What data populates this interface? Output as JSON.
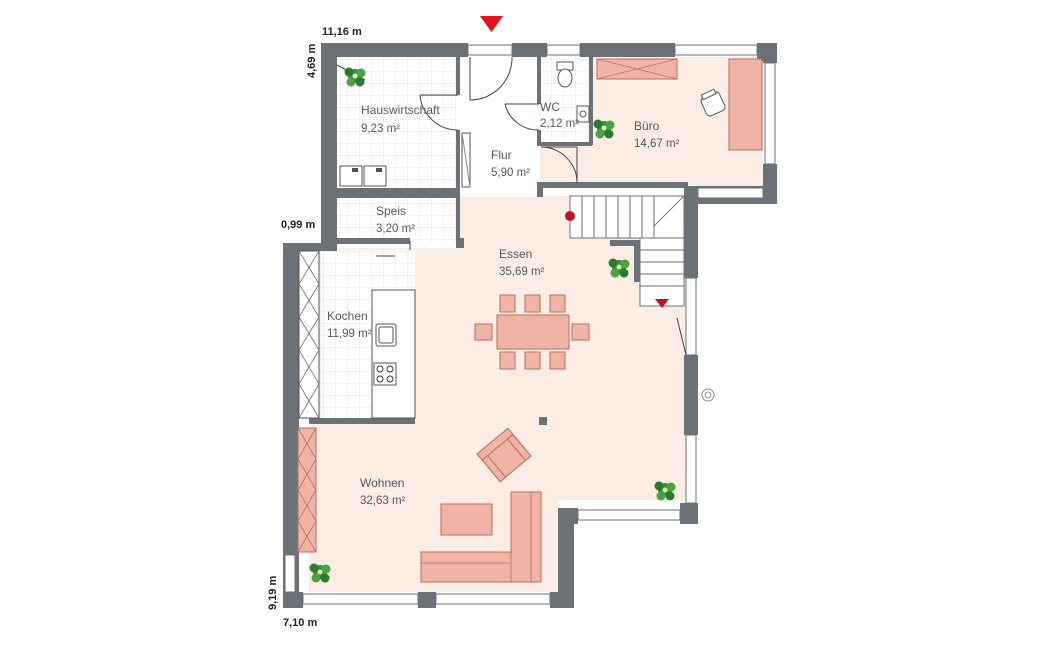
{
  "plan": {
    "rooms": [
      {
        "id": "hauswirtschaft",
        "name": "Hauswirtschaft",
        "area": "9,23 m²"
      },
      {
        "id": "flur",
        "name": "Flur",
        "area": "5,90 m²"
      },
      {
        "id": "wc",
        "name": "WC",
        "area": "2,12 m²"
      },
      {
        "id": "buero",
        "name": "Büro",
        "area": "14,67 m²"
      },
      {
        "id": "speis",
        "name": "Speis",
        "area": "3,20 m²"
      },
      {
        "id": "essen",
        "name": "Essen",
        "area": "35,69 m²"
      },
      {
        "id": "kochen",
        "name": "Kochen",
        "area": "11,99 m²"
      },
      {
        "id": "wohnen",
        "name": "Wohnen",
        "area": "32,63 m²"
      }
    ],
    "dimensions": {
      "top_width": "11,16 m",
      "left_upper": "4,69 m",
      "left_offset": "0,99 m",
      "left_total": "9,19 m",
      "bottom_width": "7,10 m"
    },
    "colors": {
      "wall": "#6b7277",
      "floor_living": "#fbece4",
      "tile": "#ffffff",
      "furniture": "#f1b3a5",
      "entrance_marker": "#e3141c",
      "plant": "#2f8a2f"
    },
    "icons": [
      "entrance-arrow-icon",
      "stair-arrow-icon",
      "plant-icon",
      "toilet-icon",
      "sink-icon",
      "stove-icon",
      "desk-chair-icon",
      "wall-lamp-icon"
    ]
  }
}
